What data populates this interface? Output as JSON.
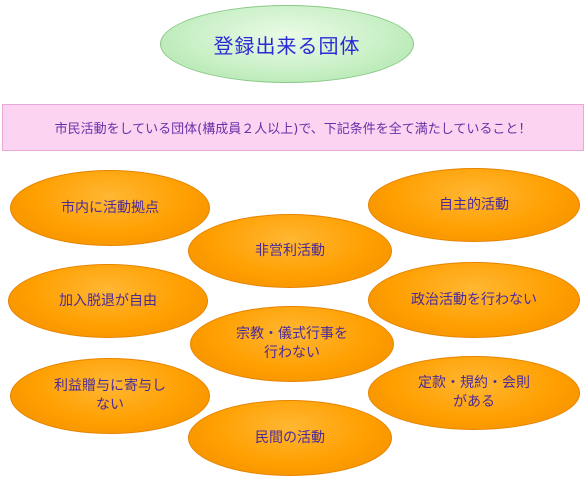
{
  "title": "登録出来る団体",
  "condition": "市民活動をしている団体(構成員２人以上)で、下記条件を全て満たしていること！",
  "requirements": [
    "市内に活動拠点",
    "自主的活動",
    "非営利活動",
    "加入脱退が自由",
    "政治活動を行わない",
    "宗教・儀式行事を\n行わない",
    "利益贈与に寄与し\nない",
    "定款・規約・会則\nがある",
    "民間の活動"
  ],
  "colors": {
    "title_fill": "#c9f0c6",
    "title_text": "#2b2bd6",
    "condition_fill": "#fcd3f0",
    "condition_text": "#6a2fa8",
    "oval_fill": "#ff9f00",
    "oval_text": "#4a2a9a"
  }
}
